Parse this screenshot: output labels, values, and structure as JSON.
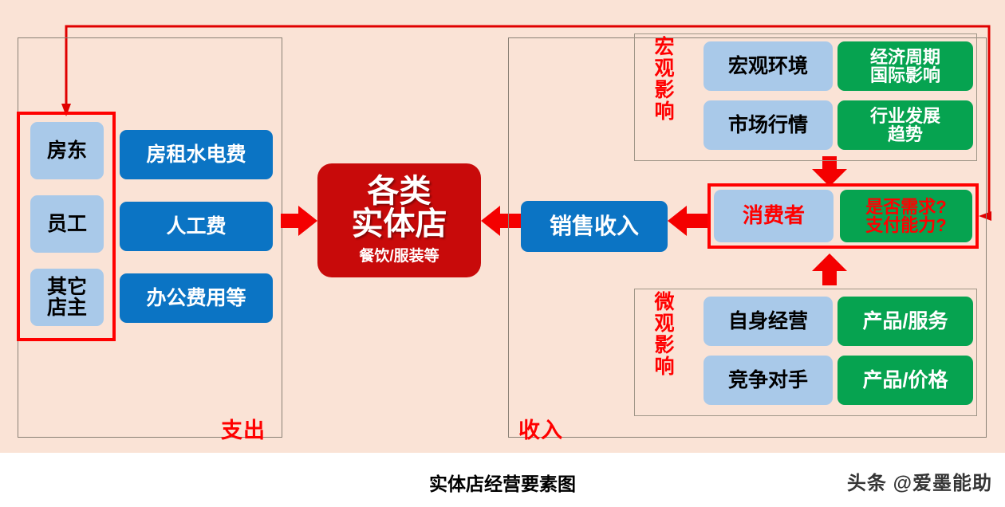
{
  "caption": "实体店经营要素图",
  "watermark": "头条 @爱墨能助",
  "colors": {
    "background": "#fae3d6",
    "light_blue": "#a9c9e9",
    "dark_blue": "#0b74c4",
    "green": "#06a350",
    "hub_red": "#c80a0a",
    "accent_red": "#ff0000",
    "arrow_red": "#f40000",
    "panel_border": "#8a8176"
  },
  "expense_panel": {
    "label": "支出",
    "stakeholders": [
      {
        "label": "房东"
      },
      {
        "label": "员工"
      },
      {
        "label": "其它\n店主"
      }
    ],
    "costs": [
      {
        "label": "房租水电费"
      },
      {
        "label": "人工费"
      },
      {
        "label": "办公费用等"
      }
    ]
  },
  "hub": {
    "title_line1": "各类",
    "title_line2": "实体店",
    "subtitle": "餐饮/服装等"
  },
  "income_panel": {
    "label": "收入",
    "sales": {
      "label": "销售收入"
    },
    "consumer_group": {
      "actor": "消费者",
      "questions_line1": "是否需求?",
      "questions_line2": "支付能力?"
    },
    "macro": {
      "label": "宏观\n影响",
      "rows": [
        {
          "factor": "宏观环境",
          "detail_line1": "经济周期",
          "detail_line2": "国际影响"
        },
        {
          "factor": "市场行情",
          "detail_line1": "行业发展",
          "detail_line2": "趋势"
        }
      ]
    },
    "micro": {
      "label": "微观\n影响",
      "rows": [
        {
          "factor": "自身经营",
          "detail": "产品/服务"
        },
        {
          "factor": "竞争对手",
          "detail": "产品/价格"
        }
      ]
    }
  },
  "flows": [
    {
      "name": "expense-to-hub",
      "direction": "right"
    },
    {
      "name": "sales-to-hub",
      "direction": "left"
    },
    {
      "name": "consumer-to-sales",
      "direction": "left"
    },
    {
      "name": "macro-to-consumer",
      "direction": "down"
    },
    {
      "name": "micro-to-consumer",
      "direction": "up"
    },
    {
      "name": "consumer-to-owners-feedback",
      "direction": "left-then-down"
    }
  ]
}
